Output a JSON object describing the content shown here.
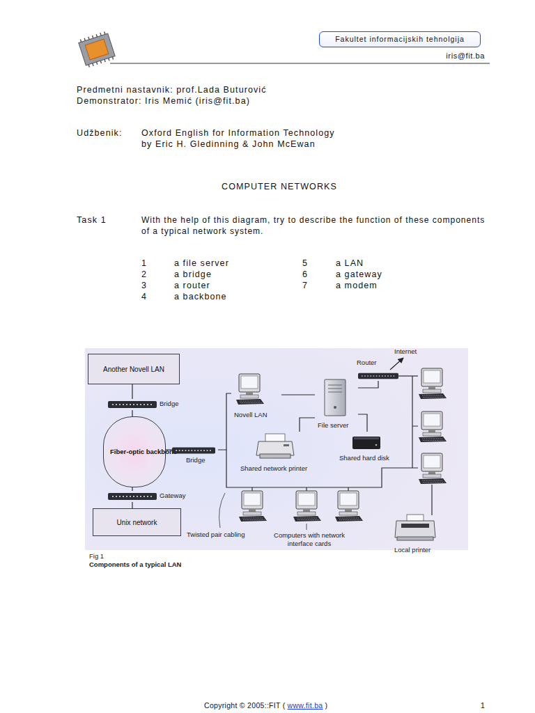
{
  "diagram": {
    "title": "COMPUTER NETWORKS",
    "nodes": [
      {
        "text": [
          "Fakultet informacijskih tehnolgija"
        ]
      },
      {
        "text": [
          "Another Novell LAN"
        ]
      },
      {
        "text": [
          "Bridge"
        ]
      },
      {
        "text": [
          "Fiber-optic backbone"
        ]
      },
      {
        "text": [
          "Bridge"
        ]
      },
      {
        "text": [
          "Gateway"
        ]
      },
      {
        "text": [
          "Unix network"
        ]
      },
      {
        "text": [
          "Novell LAN"
        ]
      },
      {
        "text": [
          "File server"
        ]
      },
      {
        "text": [
          "Router"
        ]
      },
      {
        "text": [
          "Shared network printer"
        ]
      },
      {
        "text": [
          "Shared hard disk"
        ]
      },
      {
        "text": [
          "Local printer"
        ]
      }
    ],
    "edges": [
      {
        "from": 1,
        "to": 2,
        "arrow": "none"
      },
      {
        "from": 2,
        "to": 3,
        "arrow": "none"
      },
      {
        "from": 3,
        "to": 4,
        "arrow": "none"
      },
      {
        "from": 3,
        "to": 5,
        "arrow": "none"
      },
      {
        "from": 5,
        "to": 6,
        "arrow": "none"
      },
      {
        "from": 4,
        "to": 7,
        "arrow": "none"
      },
      {
        "from": 7,
        "to": 8,
        "arrow": "none"
      },
      {
        "from": 8,
        "to": 9,
        "arrow": "none"
      },
      {
        "from": 8,
        "to": 10,
        "arrow": "none"
      },
      {
        "from": 8,
        "to": 11,
        "arrow": "none"
      }
    ],
    "labels": [
      "iris@fit.ba",
      "Predmetni nastavnik: prof.Lada Buturović",
      "Demonstrator: Iris Memić (iris@fit.ba)",
      "Udžbenik:",
      "Oxford English for Information Technology",
      "by Eric H. Gledinning & John McEwan",
      "Task 1",
      "With the help of this diagram, try to describe the function of these components of a typical network system.",
      "1",
      "a file server",
      "5",
      "a LAN",
      "2",
      "a bridge",
      "6",
      "a gateway",
      "3",
      "a router",
      "7",
      "a modem",
      "4",
      "a backbone",
      "Internet",
      "Twisted pair cabling",
      "Computers with network interface cards",
      "Fig 1",
      "Components of a typical LAN",
      "Copyright © 2005::FIT (",
      "www.fit.ba",
      ")",
      "1"
    ]
  }
}
